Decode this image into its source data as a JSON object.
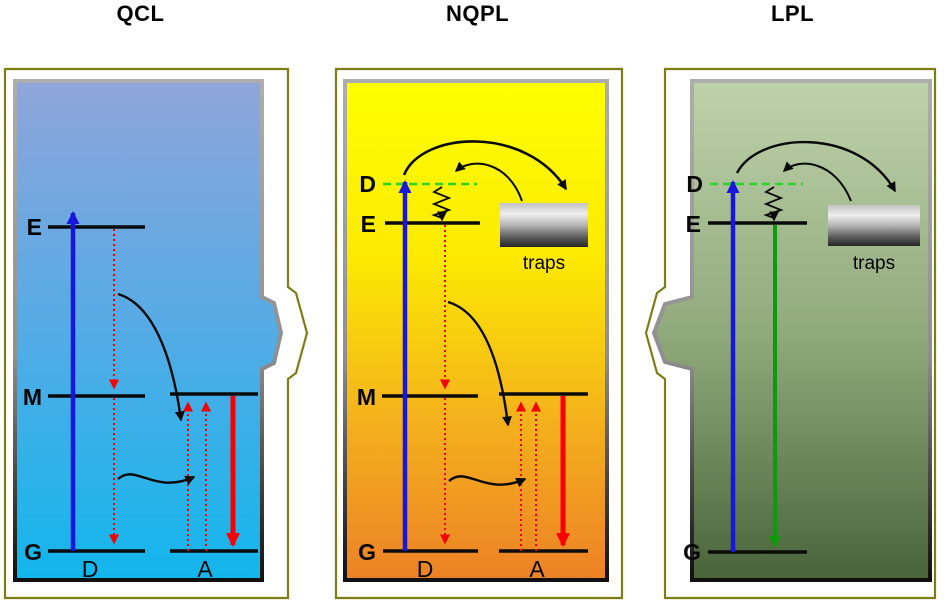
{
  "figure": {
    "panels": [
      {
        "title": "QCL",
        "levels": {
          "E": "E",
          "M": "M",
          "G": "G"
        },
        "columns": {
          "donor": "D",
          "acceptor": "A"
        }
      },
      {
        "title": "NQPL",
        "levels": {
          "D": "D",
          "E": "E",
          "M": "M",
          "G": "G"
        },
        "columns": {
          "donor": "D",
          "acceptor": "A"
        },
        "traps_label": "traps"
      },
      {
        "title": "LPL",
        "levels": {
          "D": "D",
          "E": "E",
          "G": "G"
        },
        "traps_label": "traps"
      }
    ],
    "colors": {
      "panel_border_olive": "#7d7d14",
      "inner_frame_gray": "#9a9a9a",
      "qcl_gradient_top": "#8fa5da",
      "qcl_gradient_bottom": "#12b6ec",
      "nqpl_gradient_top": "#feff00",
      "nqpl_gradient_bottom": "#ec8126",
      "lpl_gradient_top": "#bed2aa",
      "lpl_gradient_bottom": "#4a643a",
      "excitation_blue": "#1616dd",
      "emission_red": "#fb0000",
      "relaxation_red_dotted": "#f50000",
      "emission_green": "#0b9b0b",
      "defect_level_green": "#28d828",
      "diagram_black": "#0a0a0a",
      "trap_gradient_top": "#ededed",
      "trap_gradient_bottom": "#262626"
    }
  }
}
